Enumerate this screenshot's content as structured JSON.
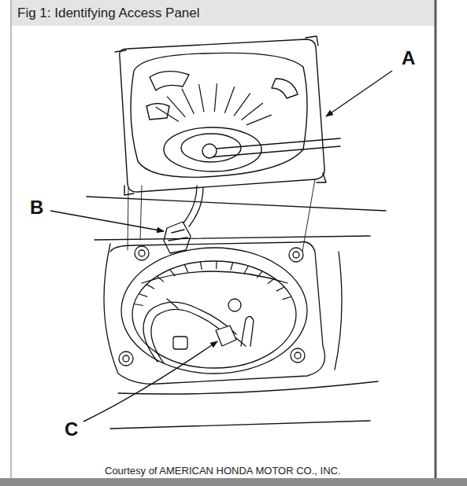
{
  "diagram": {
    "title": "Fig 1: Identifying Access Panel",
    "caption": "Courtesy of AMERICAN HONDA MOTOR CO., INC.",
    "labels": [
      "A",
      "B",
      "C"
    ]
  }
}
